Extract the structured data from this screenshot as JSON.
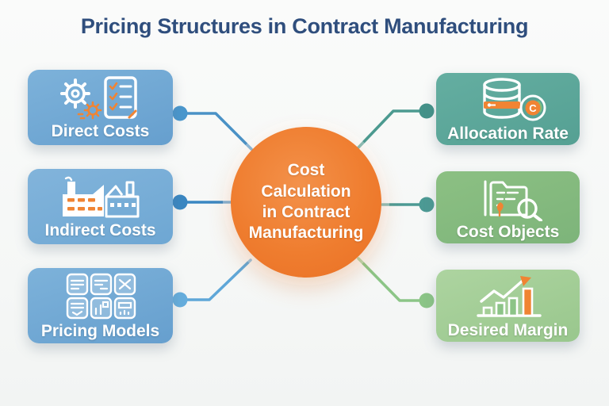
{
  "title": "Pricing Structures in Contract Manufacturing",
  "center": {
    "label": "Cost Calculation in Contract Manufacturing",
    "lines": [
      "Cost",
      "Calculation",
      "in Contract",
      "Manufacturing"
    ],
    "color": "#ee7b2e"
  },
  "nodes": {
    "left": [
      {
        "label": "Direct Costs",
        "icon": "gears-checklist-icon",
        "color": "#6fa8d5"
      },
      {
        "label": "Indirect Costs",
        "icon": "factory-icon",
        "color": "#76abd6"
      },
      {
        "label": "Pricing Models",
        "icon": "pricing-grid-icon",
        "color": "#6fa8d5"
      }
    ],
    "right": [
      {
        "label": "Allocation Rate",
        "icon": "database-rate-icon",
        "color": "#5ca89b",
        "badge_letter": "C"
      },
      {
        "label": "Cost Objects",
        "icon": "document-search-icon",
        "color": "#84bb7e"
      },
      {
        "label": "Desired Margin",
        "icon": "growth-chart-icon",
        "color": "#a3ce96"
      }
    ]
  },
  "colors": {
    "background": "#f6f8f7",
    "title_text": "#2f4e7d",
    "node_label_text": "#ffffff",
    "accent_orange": "#f08433",
    "connector_left_top": "#4a92c6",
    "connector_left_mid": "#3a87c2",
    "connector_left_bottom": "#5fa7d8",
    "connector_right_top": "#4c9a90",
    "connector_right_mid": "#4c9a94",
    "connector_right_bottom": "#8cc587"
  }
}
